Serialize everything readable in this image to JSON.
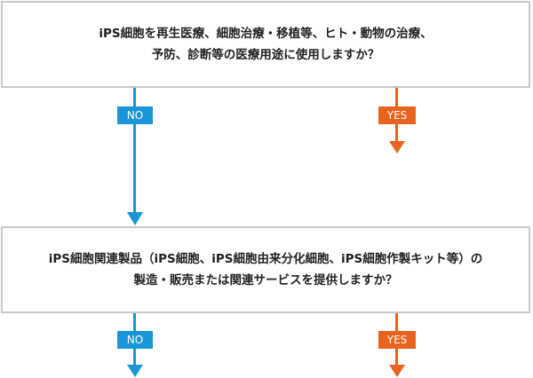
{
  "colors": {
    "no": "#1a96d8",
    "yes": "#e8641e",
    "border": "#c9c9c9",
    "text": "#222222"
  },
  "question1": {
    "line1": "iPS細胞を再生医療、細胞治療・移植等、ヒト・動物の治療、",
    "line2": "予防、診断等の医療用途に使用しますか？"
  },
  "question2": {
    "line1": "iPS細胞関連製品（iPS細胞、iPS細胞由来分化細胞、iPS細胞作製キット等）の",
    "line2": "製造・販売または関連サービスを提供しますか？"
  },
  "branches": {
    "no_label": "NO",
    "yes_label": "YES"
  }
}
